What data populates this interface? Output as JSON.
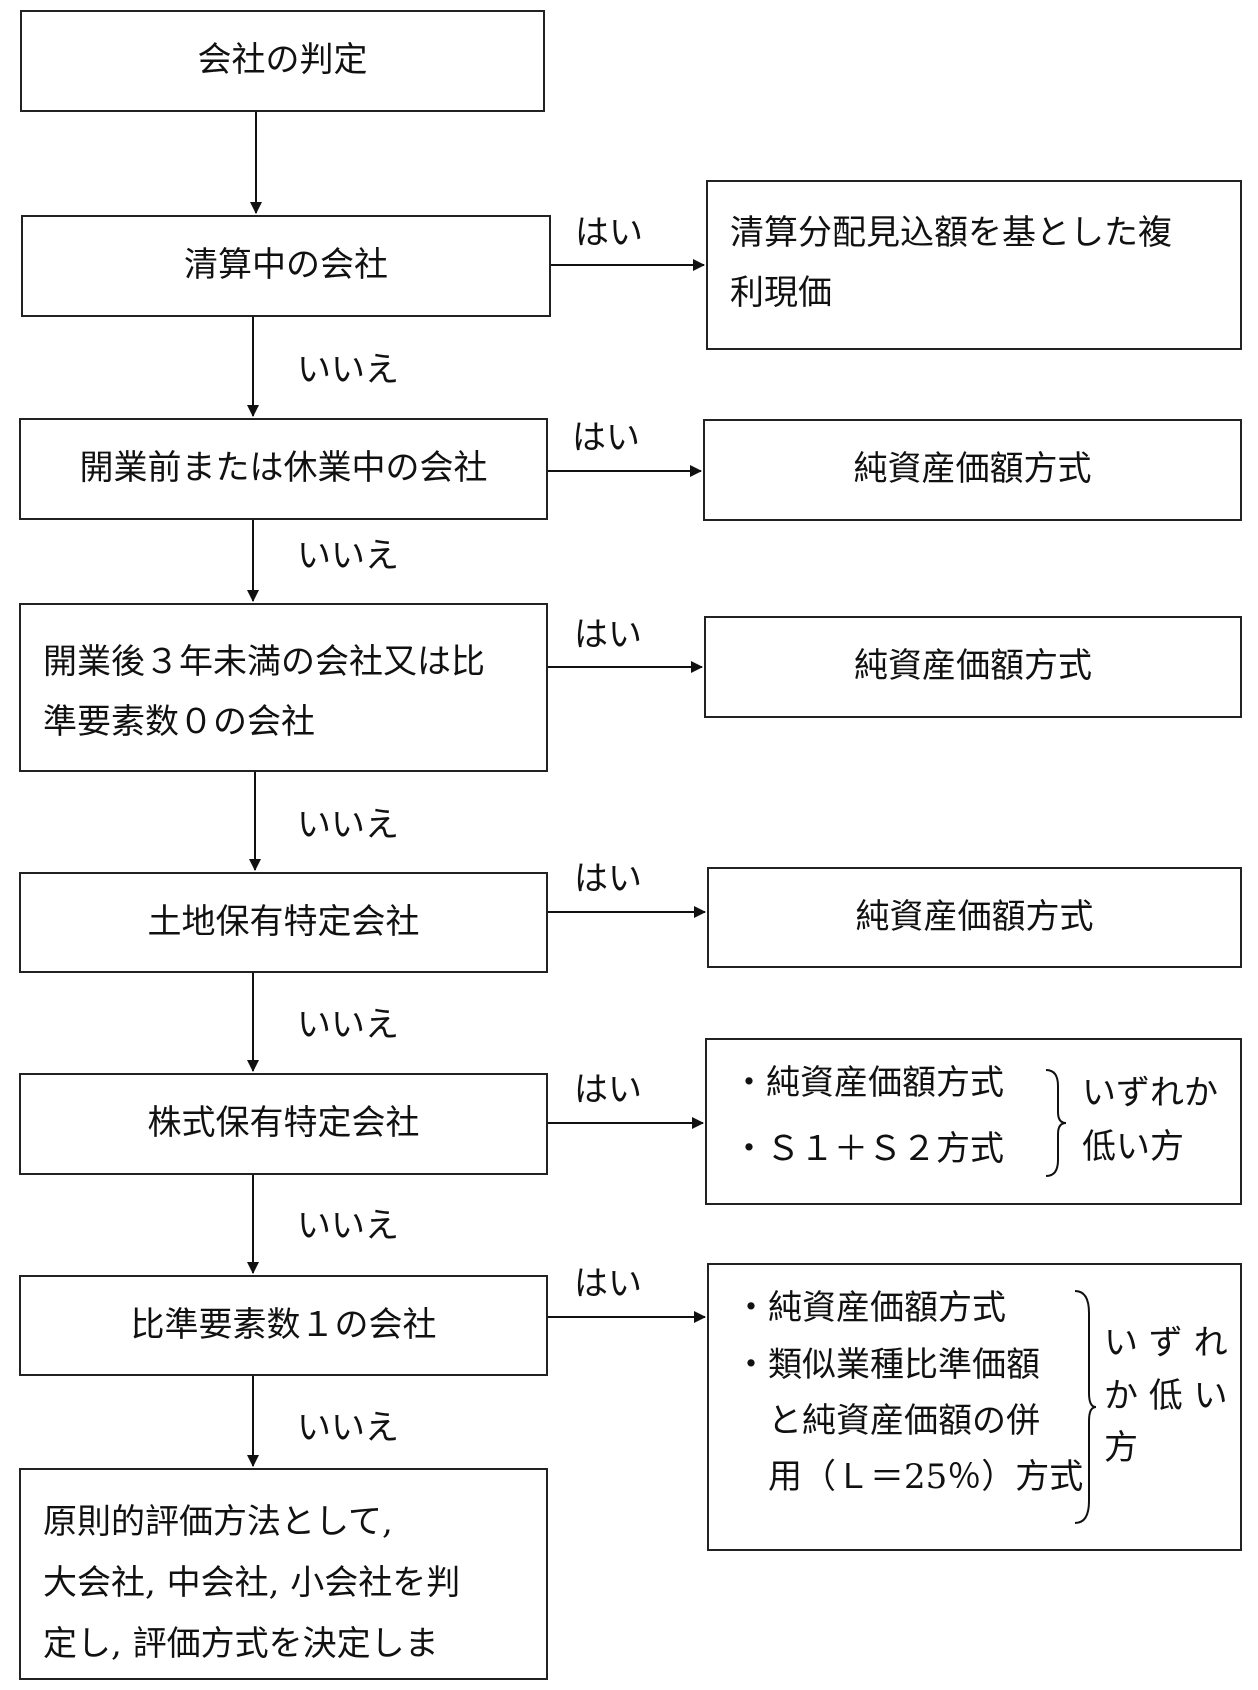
{
  "yes_label": "はい",
  "no_label": "いいえ",
  "steps": [
    {
      "text": "会社の判定"
    },
    {
      "text": "清算中の会社",
      "result": "清算分配見込額を基とした複\n利現価"
    },
    {
      "text": "開業前または休業中の会社",
      "result": "純資産価額方式"
    },
    {
      "text": "開業後３年未満の会社又は比\n準要素数０の会社",
      "result": "純資産価額方式"
    },
    {
      "text": "土地保有特定会社",
      "result": "純資産価額方式"
    },
    {
      "text": "株式保有特定会社",
      "result_items": [
        "・純資産価額方式",
        "・Ｓ１＋Ｓ２方式"
      ],
      "result_note": "いずれか\n低い方"
    },
    {
      "text": "比準要素数１の会社",
      "result_items": [
        "・純資産価額方式",
        "・類似業種比準価額\n　と純資産価額の併\n　用（Ｌ＝25％）方式"
      ],
      "result_note": "い ず れ\nか 低 い\n方"
    },
    {
      "text": "原則的評価方法として,\n大会社, 中会社, 小会社を判\n定し, 評価方式を決定しま"
    }
  ]
}
